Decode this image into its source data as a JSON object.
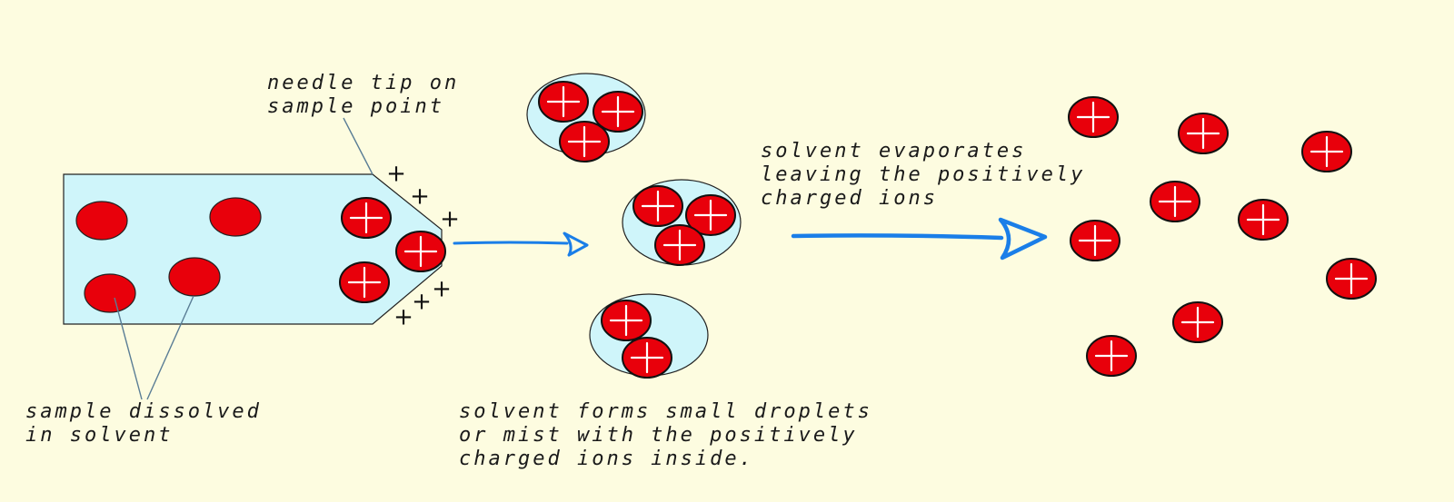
{
  "labels": {
    "needle": [
      "needle tip on",
      "sample point"
    ],
    "sample": [
      "sample dissolved",
      "in solvent"
    ],
    "droplets": [
      "solvent forms small droplets",
      "or mist with the positively",
      "charged ions inside."
    ],
    "evaporates": [
      "solvent evaporates",
      "leaving the positively",
      "charged ions"
    ]
  },
  "symbols": {
    "charge": "+"
  },
  "colors": {
    "background": "#fdfce0",
    "solvent": "#cff5fa",
    "ion": "#e8000b",
    "arrow": "#1a7ee8",
    "leader": "#5a7d95"
  }
}
